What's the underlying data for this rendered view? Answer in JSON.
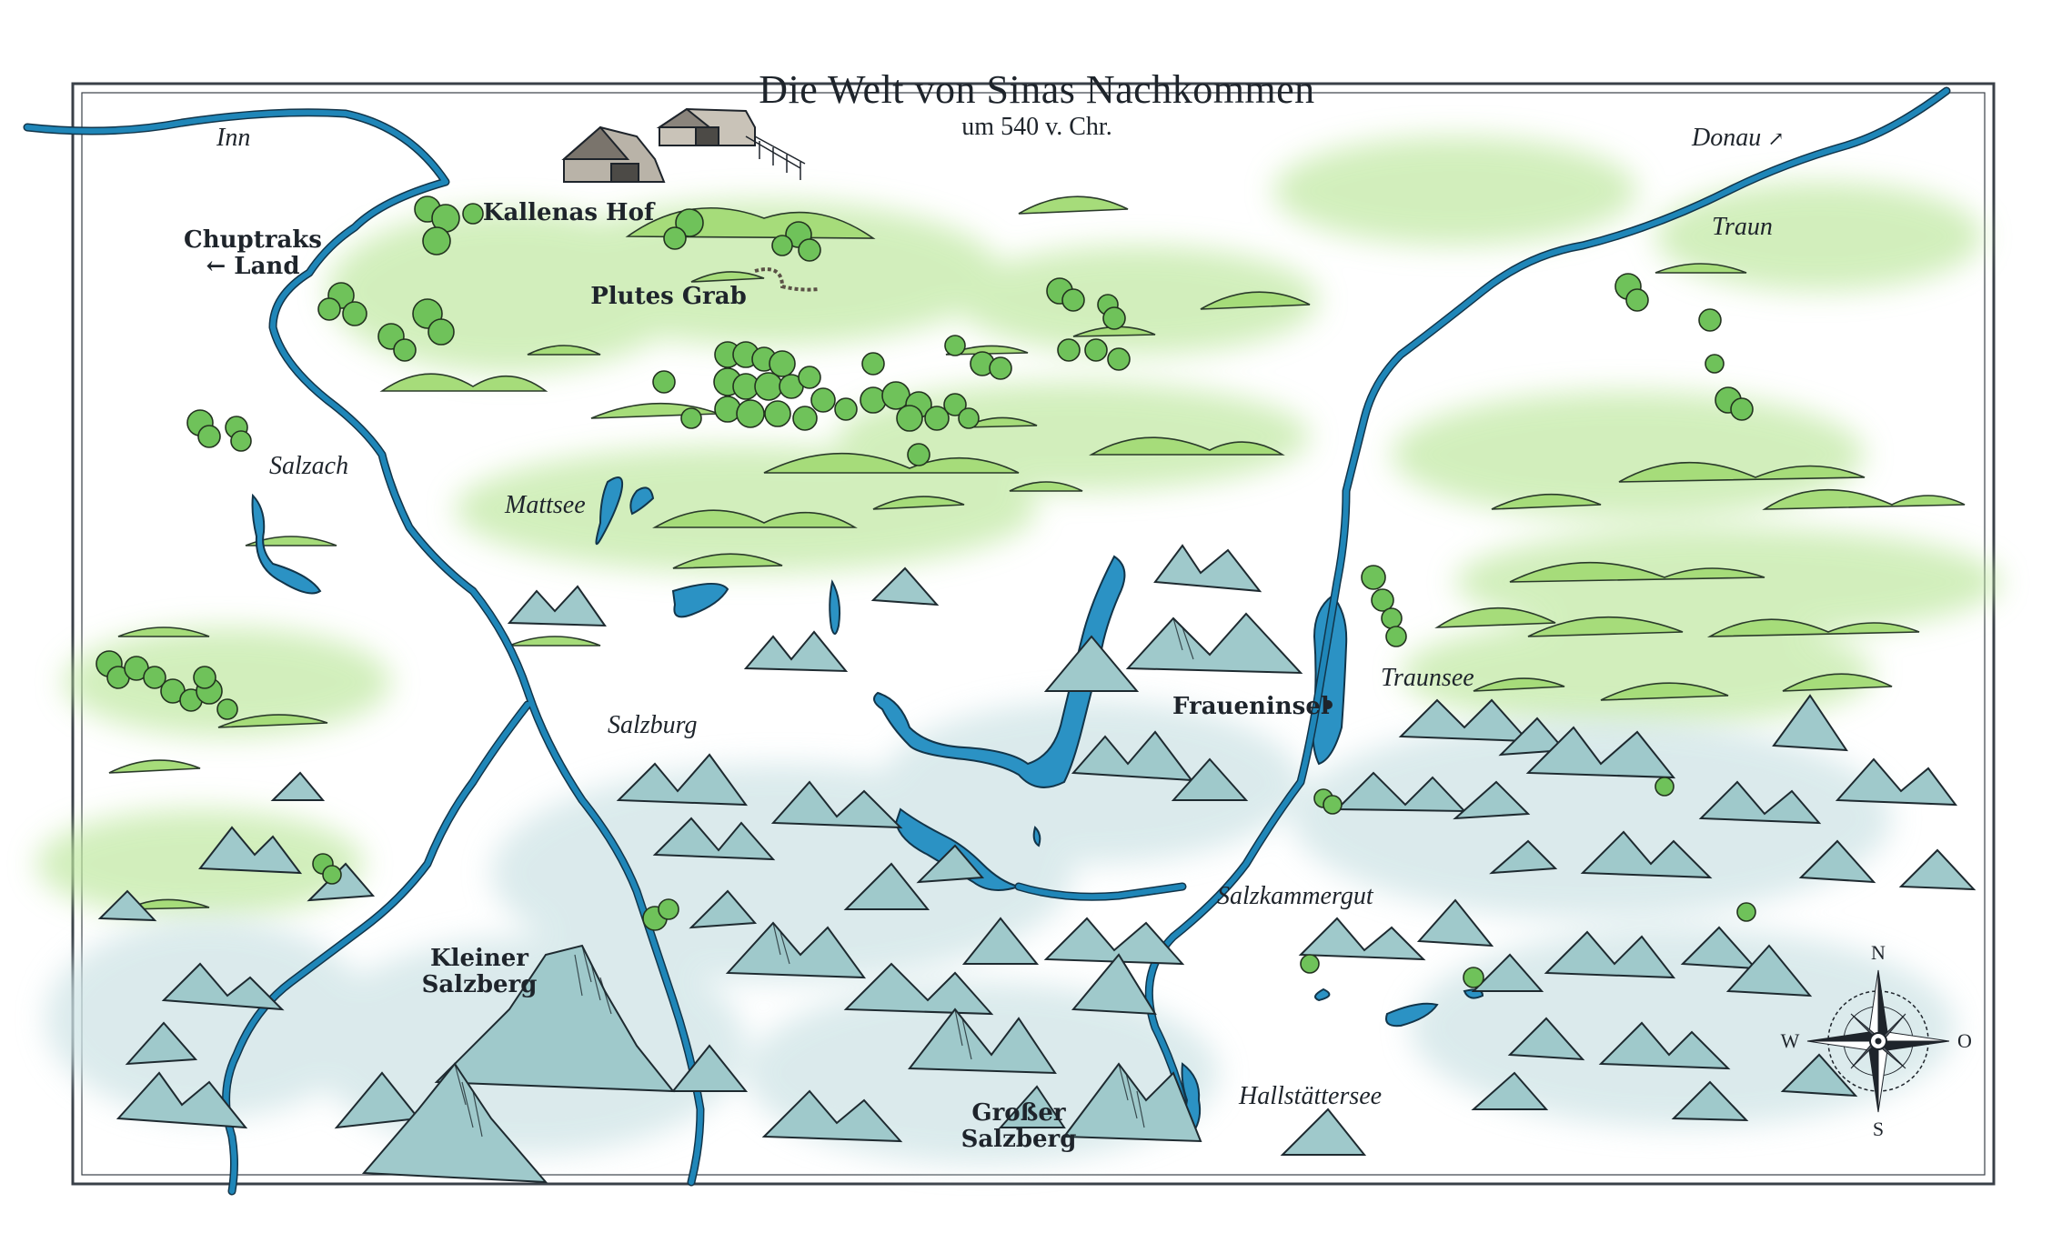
{
  "title": "Die Welt von Sinas Nachkommen",
  "subtitle": "um 540 v. Chr.",
  "labels": {
    "inn": "Inn",
    "donau": "Donau",
    "donau_arrow": "↗",
    "kallenas_hof": "Kallenas Hof",
    "chuptraks_line1": "Chuptraks",
    "chuptraks_line2": "← Land",
    "plutes_grab": "Plutes Grab",
    "traun": "Traun",
    "salzach": "Salzach",
    "mattsee": "Mattsee",
    "salzburg": "Salzburg",
    "traunsee": "Traunsee",
    "fraueninsel": "Fraueninsel",
    "salzkammergut": "Salzkammergut",
    "kleiner_line1": "Kleiner",
    "kleiner_line2": "Salzberg",
    "grosser_line1": "Großer",
    "grosser_line2": "Salzberg",
    "hallstaettersee": "Hallstättersee"
  },
  "compass": {
    "n": "N",
    "s": "S",
    "w": "W",
    "o": "O"
  },
  "colors": {
    "frame": "#3a4048",
    "river": "#1f86b8",
    "river_edge": "#12354a",
    "lake": "#2b92c4",
    "meadow": "#a6dc7a",
    "mountain": "#9fc9cb",
    "mountain_shadow": "#5f9ea3",
    "ink": "#1e242b",
    "tree": "#6fc25a"
  }
}
